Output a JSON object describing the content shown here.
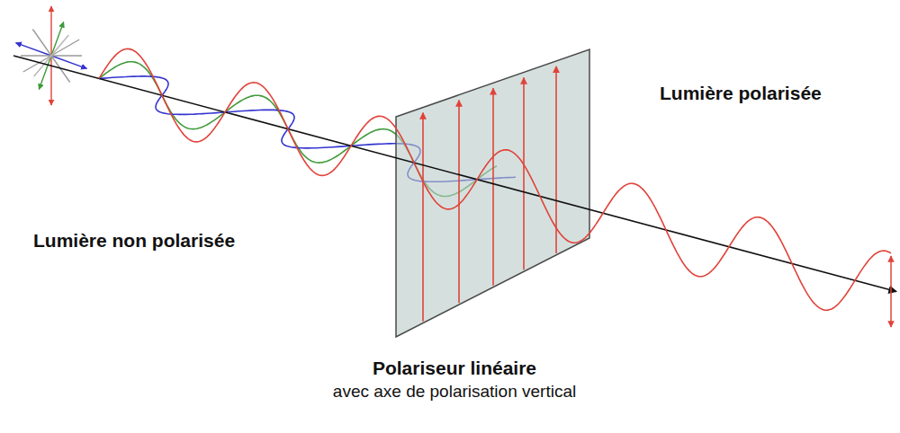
{
  "diagram": {
    "labels": [
      "Lumière polarisée",
      "Lumière non polarisée",
      "Polariseur linéaire",
      "avec axe de polarisation vertical"
    ]
  }
}
